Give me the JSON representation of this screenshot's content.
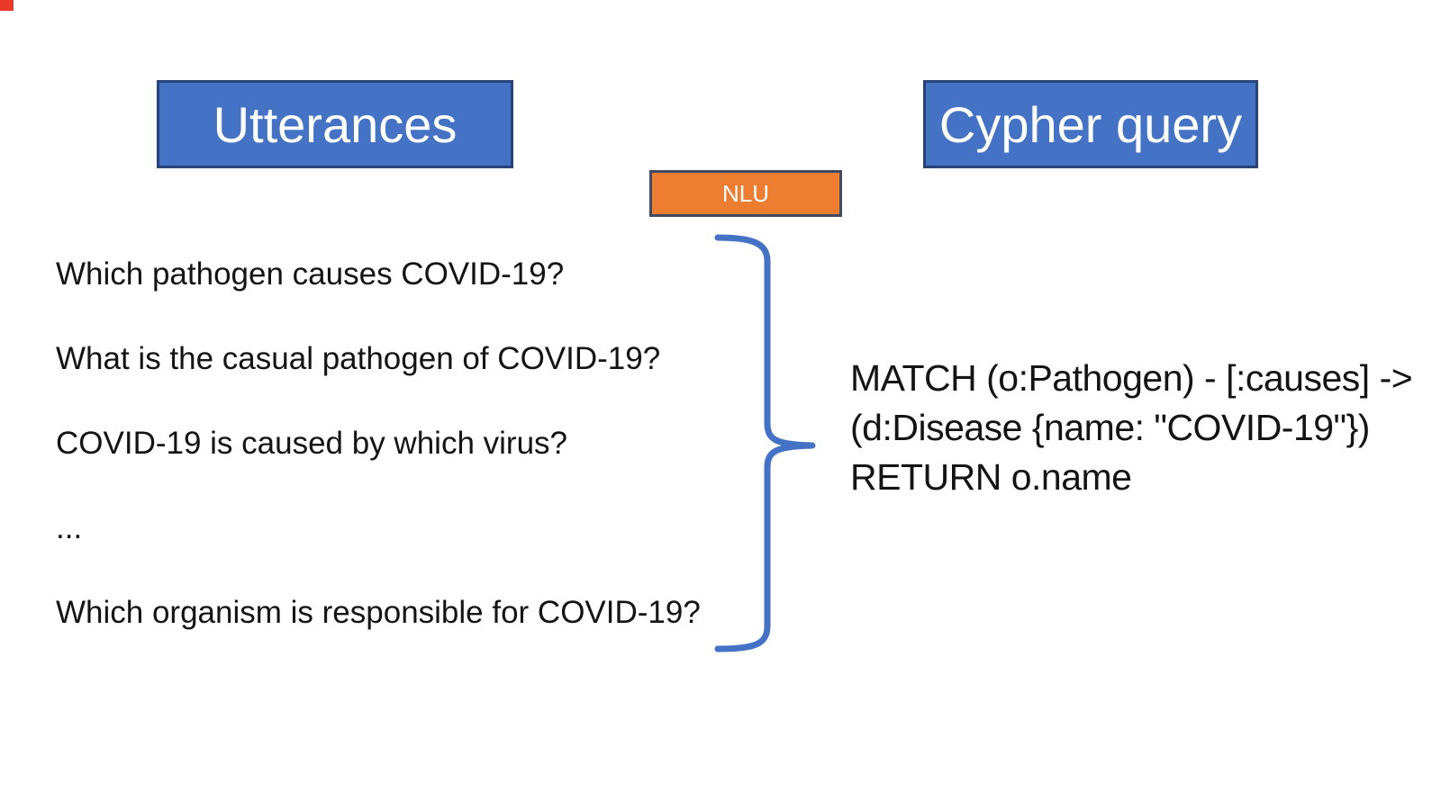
{
  "colors": {
    "accent_blue": "#4472c4",
    "accent_blue_border": "#27437a",
    "accent_orange": "#ed7d31",
    "orange_border": "#414b63",
    "brace_blue": "#4472c4",
    "text_black": "#141414",
    "box_text_white": "#ffffff",
    "red_marker": "#e8392b"
  },
  "header": {
    "utterances_label": "Utterances",
    "cypher_label": "Cypher query"
  },
  "nlu": {
    "label": "NLU"
  },
  "utterances": {
    "items": [
      "Which pathogen causes COVID-19?",
      "What is the casual pathogen of COVID-19?",
      "COVID-19 is caused by which virus?",
      "...",
      "Which organism is responsible for COVID-19?"
    ]
  },
  "cypher_query": {
    "lines": [
      "MATCH (o:Pathogen) - [:causes] ->",
      "(d:Disease {name: \"COVID-19\"})",
      "RETURN o.name"
    ]
  }
}
